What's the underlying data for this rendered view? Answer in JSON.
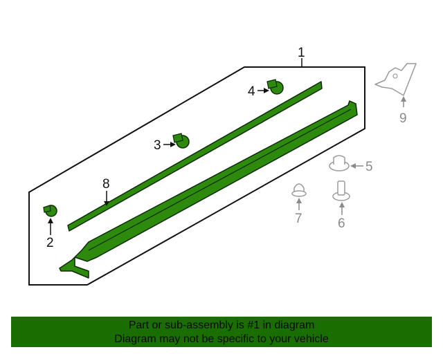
{
  "colors": {
    "part_fill": "#2e8a0c",
    "part_stroke": "#0a2a00",
    "assembly_outline": "#111111",
    "aux_part_stroke": "#9a9a9a",
    "banner_background": "#1a6e00",
    "banner_text": "#0a0a0a"
  },
  "callouts": {
    "c1": "1",
    "c2": "2",
    "c3": "3",
    "c4": "4",
    "c5": "5",
    "c6": "6",
    "c7": "7",
    "c8": "8",
    "c9": "9"
  },
  "banner": {
    "line1": "Part or sub-assembly is #1 in diagram",
    "line2": "Diagram may not be specific to your vehicle"
  }
}
